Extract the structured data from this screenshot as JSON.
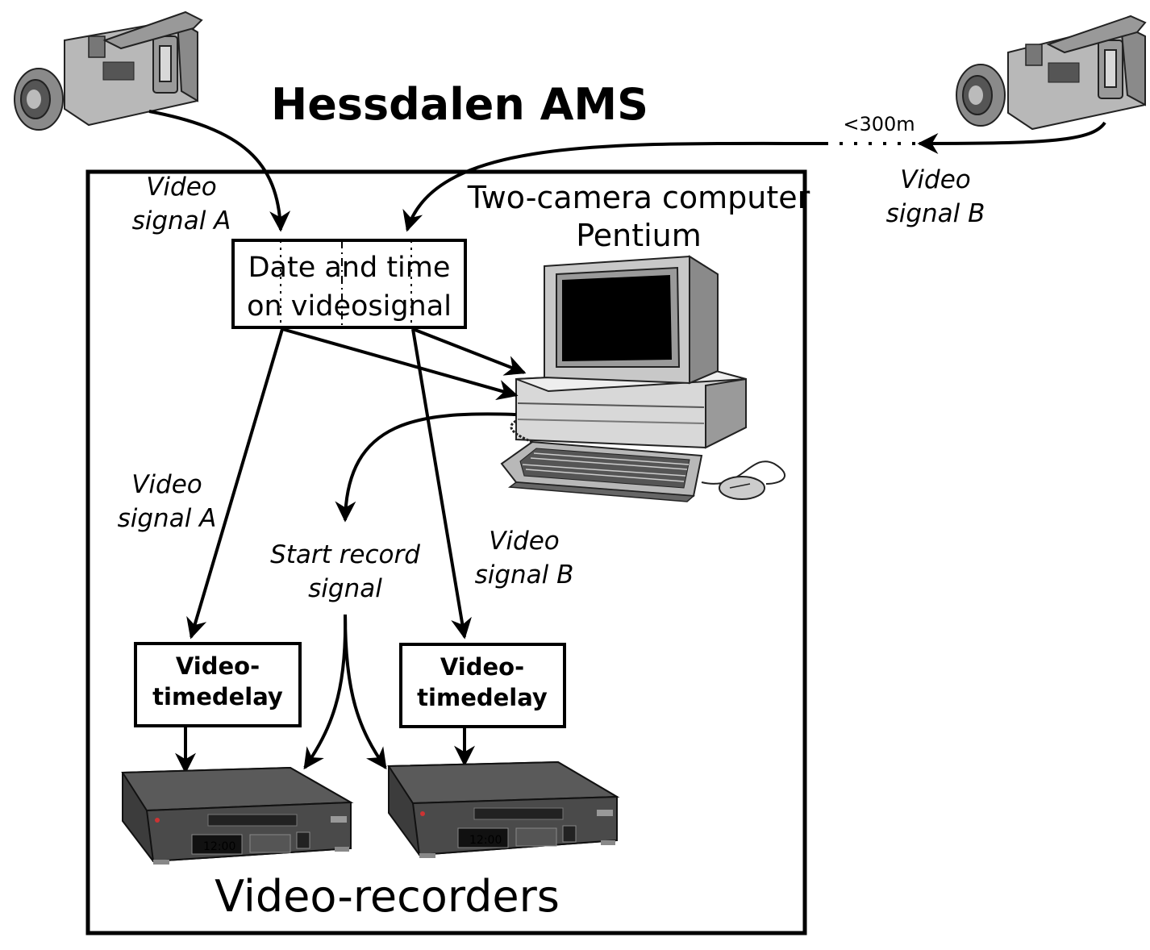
{
  "title": "Hessdalen AMS",
  "distance_label": "<300m",
  "labels": {
    "video_signal_a_top_line1": "Video",
    "video_signal_a_top_line2": "signal A",
    "video_signal_b_right_line1": "Video",
    "video_signal_b_right_line2": "signal B",
    "computer_line1": "Two-camera computer",
    "computer_line2": "Pentium",
    "datetime_line1": "Date and time",
    "datetime_line2": "on videosignal",
    "video_signal_a_mid_line1": "Video",
    "video_signal_a_mid_line2": "signal A",
    "start_record_line1": "Start record",
    "start_record_line2": "signal",
    "video_signal_b_mid_line1": "Video",
    "video_signal_b_mid_line2": "signal B",
    "timedelay_left_line1": "Video-",
    "timedelay_left_line2": "timedelay",
    "timedelay_right_line1": "Video-",
    "timedelay_right_line2": "timedelay",
    "recorders": "Video-recorders",
    "vcr_display": "12:00"
  },
  "icons": {
    "camera_left": "video-camera-icon",
    "camera_right": "video-camera-icon",
    "computer": "desktop-computer-icon",
    "keyboard": "keyboard-icon",
    "mouse": "mouse-icon",
    "vcr_left": "video-recorder-icon",
    "vcr_right": "video-recorder-icon"
  },
  "colors": {
    "line": "#000000",
    "camera_body": "#b8b8b8",
    "device_grey": "#4a4a4a",
    "screen": "#000000"
  }
}
